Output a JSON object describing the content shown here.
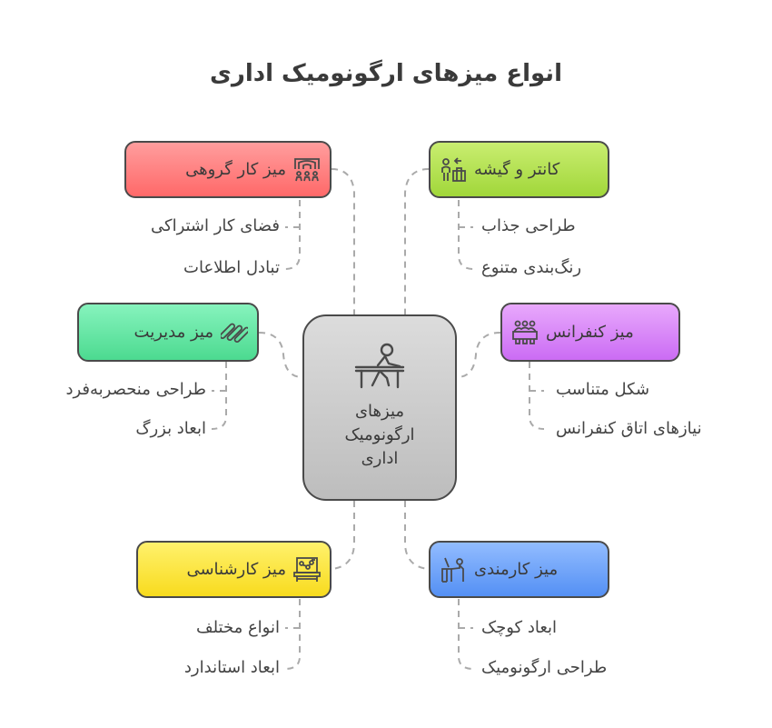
{
  "title": "انواع میزهای ارگونومیک اداری",
  "center": {
    "label": "میزهای ارگونومیک اداری",
    "icon": "person-at-desk-icon",
    "color": "#cccccc"
  },
  "branches": [
    {
      "id": "group",
      "label": "میز کار گروهی",
      "icon": "group-workspace-icon",
      "color_top": "#ff9a9a",
      "color_bottom": "#ff6b6b",
      "items": [
        "فضای کار اشتراکی",
        "تبادل اطلاعات"
      ]
    },
    {
      "id": "counter",
      "label": "کانتر و گیشه",
      "icon": "reception-counter-icon",
      "color_top": "#c7ec6e",
      "color_bottom": "#a2d83a",
      "items": [
        "طراحی جذاب",
        "رنگ‌بندی متنوع"
      ]
    },
    {
      "id": "management",
      "label": "میز مدیریت",
      "icon": "management-links-icon",
      "color_top": "#86f2bd",
      "color_bottom": "#4edb92",
      "items": [
        "طراحی منحصربه‌فرد",
        "ابعاد بزرگ"
      ]
    },
    {
      "id": "conference",
      "label": "میز کنفرانس",
      "icon": "conference-table-icon",
      "color_top": "#e7a5fb",
      "color_bottom": "#cc6df5",
      "items": [
        "شکل متناسب",
        "نیازهای اتاق کنفرانس"
      ]
    },
    {
      "id": "expert",
      "label": "میز کارشناسی",
      "icon": "presentation-desk-icon",
      "color_top": "#fff06a",
      "color_bottom": "#f9dc1f",
      "items": [
        "انواع مختلف",
        "ابعاد استاندارد"
      ]
    },
    {
      "id": "staff",
      "label": "میز کارمندی",
      "icon": "employee-desk-icon",
      "color_top": "#8fb9ff",
      "color_bottom": "#5590f5",
      "items": [
        "ابعاد کوچک",
        "طراحی ارگونومیک"
      ]
    }
  ]
}
